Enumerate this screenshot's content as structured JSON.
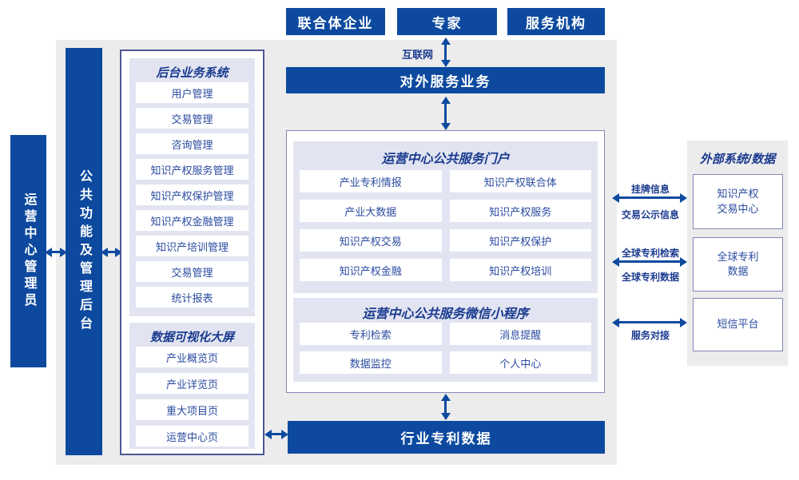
{
  "top_actors": {
    "consortium": "联合体企业",
    "experts": "专家",
    "agencies": "服务机构"
  },
  "internet_label": "互联网",
  "external_service_bar": "对外服务业务",
  "industry_patent_bar": "行业专利数据",
  "left_bars": {
    "admin": "运营中心管理员",
    "backend": "公共功能及管理后台"
  },
  "backend_panel": {
    "title": "后台业务系统",
    "items": [
      "用户管理",
      "交易管理",
      "咨询管理",
      "知识产权服务管理",
      "知识产权保护管理",
      "知识产权金融管理",
      "知识产培训管理",
      "交易管理",
      "统计报表"
    ]
  },
  "dashboard_panel": {
    "title": "数据可视化大屏",
    "items": [
      "产业概览页",
      "产业详览页",
      "重大项目页",
      "运营中心页"
    ]
  },
  "portal_panel": {
    "title": "运营中心公共服务门户",
    "items": [
      "产业专利情报",
      "知识产权联合体",
      "产业大数据",
      "知识产权服务",
      "知识产权交易",
      "知识产权保护",
      "知识产权金融",
      "知识产权培训"
    ]
  },
  "miniapp_panel": {
    "title": "运营中心公共服务微信小程序",
    "items": [
      "专利检索",
      "消息提醒",
      "数据监控",
      "个人中心"
    ]
  },
  "external_panel": {
    "title": "外部系统/数据",
    "boxes": [
      "知识产权交易中心",
      "全球专利数据",
      "短信平台"
    ]
  },
  "link_labels": {
    "listing_top": "挂牌信息",
    "listing_bottom": "交易公示信息",
    "patent_top": "全球专利检索",
    "patent_bottom": "全球专利数据",
    "service": "服务对接"
  },
  "colors": {
    "primary_blue": "#0d4a9f",
    "panel_lavender": "#e2e5f1",
    "canvas_grey": "#ececec",
    "text_navy": "#1a3a8f",
    "item_text": "#2a4ba0",
    "border_slate": "#8087b8"
  }
}
